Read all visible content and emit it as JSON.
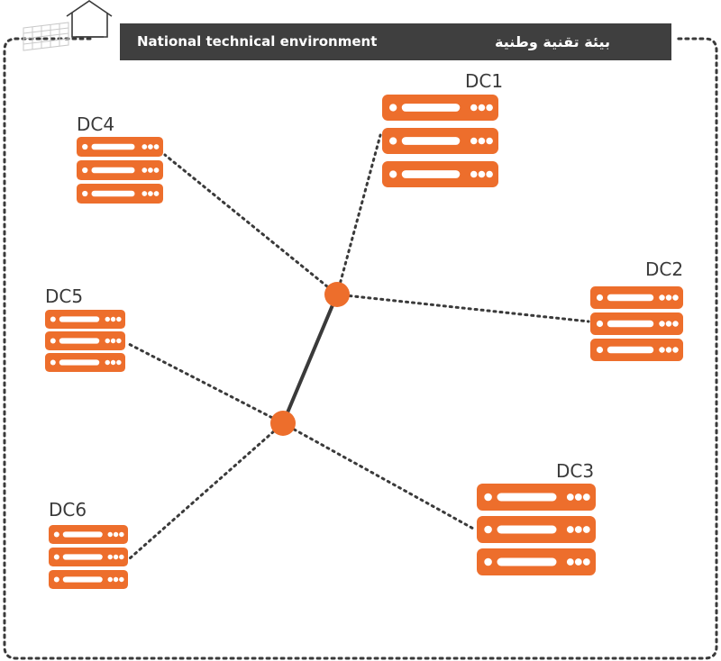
{
  "banner": {
    "title_en": "National technical environment",
    "title_ar": "بيئة تقنية وطنية"
  },
  "icons": {
    "wall": "brick-wall-icon",
    "home": "house-icon",
    "server": "server-rack-icon"
  },
  "colors": {
    "server": "#ED6E2C",
    "hub": "#ED6E2C",
    "banner": "#3F3F3F",
    "lines": "#3A3A3A",
    "border": "#3A3A3A"
  },
  "datacenters": [
    {
      "id": "DC1",
      "label": "DC1"
    },
    {
      "id": "DC2",
      "label": "DC2"
    },
    {
      "id": "DC3",
      "label": "DC3"
    },
    {
      "id": "DC4",
      "label": "DC4"
    },
    {
      "id": "DC5",
      "label": "DC5"
    },
    {
      "id": "DC6",
      "label": "DC6"
    }
  ],
  "hubs": [
    {
      "id": "hub-upper"
    },
    {
      "id": "hub-lower"
    }
  ],
  "links": [
    {
      "from": "hub-upper",
      "to": "DC1",
      "style": "dotted"
    },
    {
      "from": "hub-upper",
      "to": "DC2",
      "style": "dotted"
    },
    {
      "from": "hub-upper",
      "to": "DC4",
      "style": "dotted"
    },
    {
      "from": "hub-lower",
      "to": "DC3",
      "style": "dotted"
    },
    {
      "from": "hub-lower",
      "to": "DC5",
      "style": "dotted"
    },
    {
      "from": "hub-lower",
      "to": "DC6",
      "style": "dotted"
    },
    {
      "from": "hub-upper",
      "to": "hub-lower",
      "style": "solid"
    }
  ]
}
